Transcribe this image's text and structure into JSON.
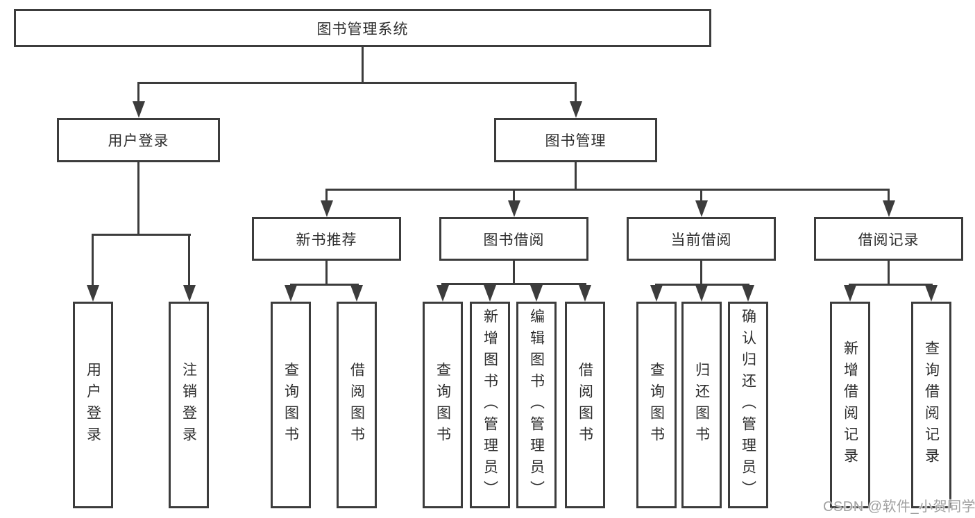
{
  "root": {
    "label": "图书管理系统"
  },
  "branches": [
    {
      "label": "用户登录",
      "children": [
        {
          "label": "用户登录"
        },
        {
          "label": "注销登录"
        }
      ]
    },
    {
      "label": "图书管理",
      "children": [
        {
          "label": "新书推荐",
          "children": [
            {
              "label": "查询图书"
            },
            {
              "label": "借阅图书"
            }
          ]
        },
        {
          "label": "图书借阅",
          "children": [
            {
              "label": "查询图书"
            },
            {
              "label": "新增图书（管理员）"
            },
            {
              "label": "编辑图书（管理员）"
            },
            {
              "label": "借阅图书"
            }
          ]
        },
        {
          "label": "当前借阅",
          "children": [
            {
              "label": "查询图书"
            },
            {
              "label": "归还图书"
            },
            {
              "label": "确认归还（管理员）"
            }
          ]
        },
        {
          "label": "借阅记录",
          "children": [
            {
              "label": "新增借阅记录"
            },
            {
              "label": "查询借阅记录"
            }
          ]
        }
      ]
    }
  ],
  "watermark": {
    "text": "CSDN @软件_小贺同学"
  },
  "colors": {
    "line": "#3c3c3c",
    "border": "#3c3c3c",
    "text": "#2d2d2d",
    "watermark": "#a1a1a1",
    "background": "#ffffff"
  }
}
